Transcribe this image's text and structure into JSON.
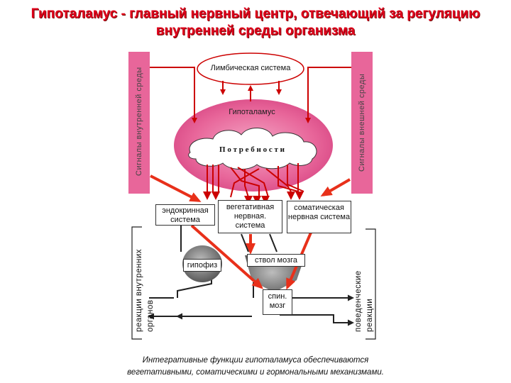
{
  "title": {
    "line1": "Гипоталамус - главный нервный центр, отвечающий за регуляцию",
    "line2": "внутренней среды организма"
  },
  "diagram": {
    "limbic": "Лимбическая система",
    "hypothalamus": "Гипоталамус",
    "needs": "П о т р е б н о с т и",
    "internal_signals": "Сигналы внутренней среды",
    "external_signals": "Сигналы внешней среды",
    "endocrine": "эндокринная система",
    "vegetative": "вегетативная нервная. система",
    "somatic": "соматическая нервная система",
    "pituitary": "гипофиз",
    "brainstem": "ствол мозга",
    "spinal": "спин. мозг",
    "internal_reactions": "реакции внутренних органов",
    "behavioral_reactions": "поведенческие реакции"
  },
  "caption": {
    "line1": "Интегративные функции гипоталамуса обеспечиваются",
    "line2": "вегетативными, соматическими и гормональными механизмами."
  },
  "colors": {
    "title": "#e0001a",
    "arrow": "#e8301a",
    "pink": "#e8669a",
    "dark_red": "#cc0000"
  }
}
